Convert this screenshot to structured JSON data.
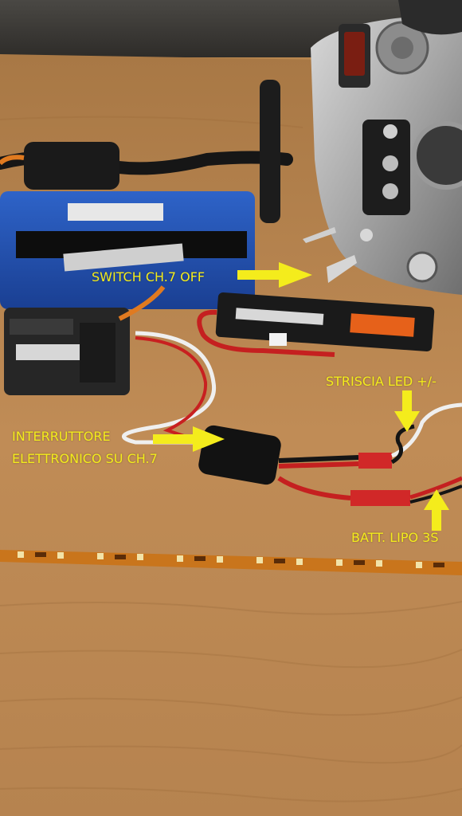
{
  "annotations": {
    "switch": "SWITCH CH.7  OFF",
    "interruttore_line1": "INTERRUTTORE",
    "interruttore_line2": "ELETTRONICO  SU CH.7",
    "striscia_led": "STRISCIA LED +/-",
    "batteria": "BATT. LIPO 3S"
  },
  "colors": {
    "annotation": "#f4ec1c",
    "table_wood": "#b9874f",
    "wall": "#3d3a36"
  }
}
